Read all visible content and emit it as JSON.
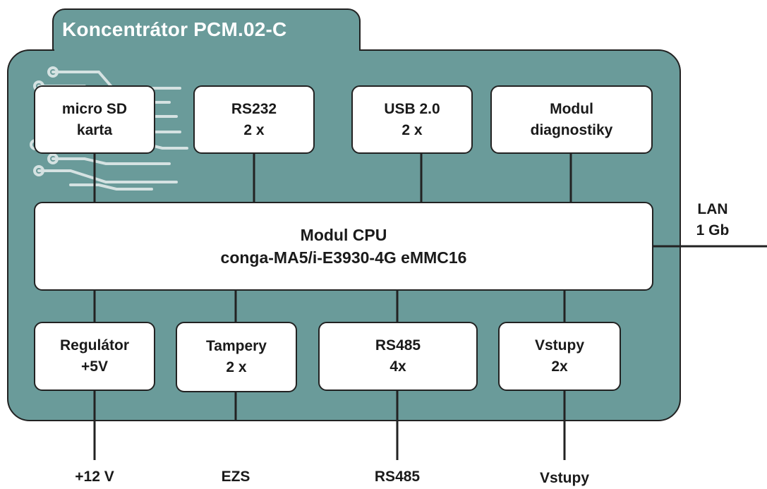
{
  "title": "Koncentrátor PCM.02-C",
  "colors": {
    "board": "#6a9b9a",
    "stroke": "#222222",
    "box": "#ffffff",
    "trace": "#e8efef"
  },
  "modules_top": [
    {
      "line1": "micro SD",
      "line2": "karta"
    },
    {
      "line1": "RS232",
      "line2": "2 x"
    },
    {
      "line1": "USB 2.0",
      "line2": "2 x"
    },
    {
      "line1": "Modul",
      "line2": "diagnostiky"
    }
  ],
  "cpu": {
    "line1": "Modul CPU",
    "line2": "conga-MA5/i-E3930-4G eMMC16"
  },
  "modules_bottom": [
    {
      "line1": "Regulátor",
      "line2": "+5V"
    },
    {
      "line1": "Tampery",
      "line2": "2 x"
    },
    {
      "line1": "RS485",
      "line2": "4x"
    },
    {
      "line1": "Vstupy",
      "line2": "2x"
    }
  ],
  "lan": {
    "line1": "LAN",
    "line2": "1 Gb"
  },
  "external": [
    "+12 V",
    "EZS",
    "RS485",
    "Vstupy"
  ]
}
